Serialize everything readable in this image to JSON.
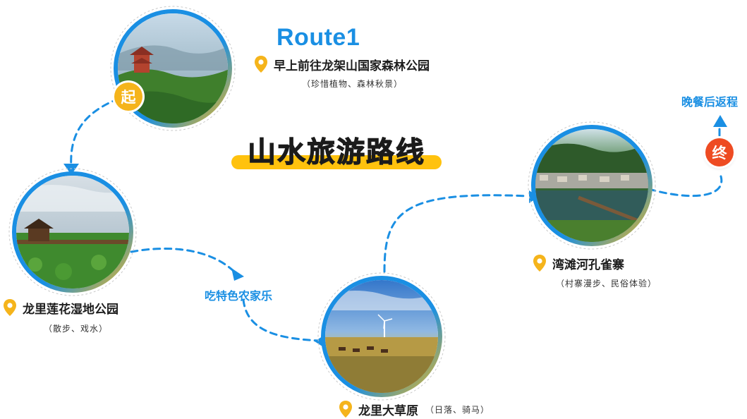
{
  "header": {
    "route_label": "Route1"
  },
  "title": "山水旅游路线",
  "stops": [
    {
      "name": "早上前往龙架山国家森林公园",
      "note": "（珍惜植物、森林秋景）",
      "badge": "起"
    },
    {
      "name": "龙里莲花湿地公园",
      "note": "（散步、戏水）"
    },
    {
      "name": "龙里大草原",
      "note": "（日落、骑马）"
    },
    {
      "name": "湾滩河孔雀寨",
      "note": "（村寨漫步、民俗体验）"
    }
  ],
  "transit_labels": {
    "farmhouse": "吃特色农家乐",
    "return": "晚餐后返程"
  },
  "end_badge": "终",
  "colors": {
    "route_blue": "#1a8fe3",
    "badge_yellow": "#f5b41b",
    "badge_red": "#ee4b22",
    "highlight": "#ffc20e"
  },
  "icons": [
    "location-pin-icon"
  ]
}
